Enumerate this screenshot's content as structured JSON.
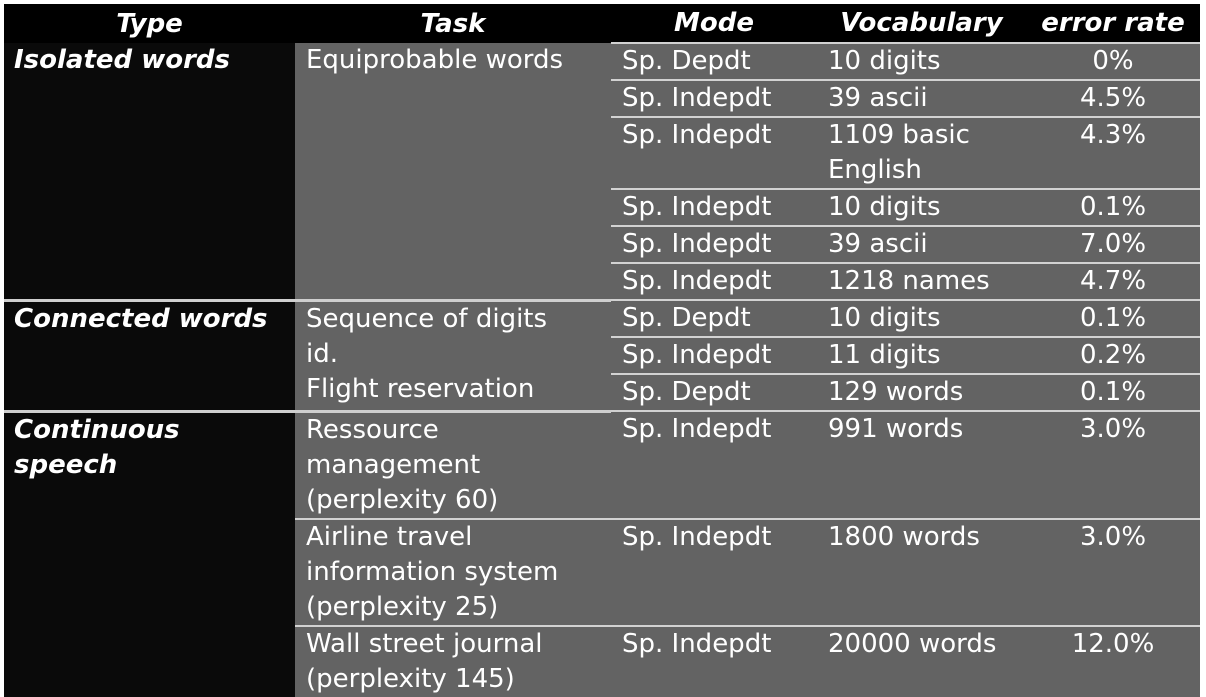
{
  "headers": {
    "type": "Type",
    "task": "Task",
    "mode": "Mode",
    "vocabulary": "Vocabulary",
    "error_rate": "error rate"
  },
  "isolated": {
    "type": "Isolated words",
    "task": "Equiprobable words",
    "rows": [
      {
        "mode": "Sp. Depdt",
        "vocab": [
          "10 digits"
        ],
        "err": "0%"
      },
      {
        "mode": "Sp. Indepdt",
        "vocab": [
          "39 ascii"
        ],
        "err": "4.5%"
      },
      {
        "mode": "Sp. Indepdt",
        "vocab": [
          "1109 basic",
          "English"
        ],
        "err": "4.3%"
      },
      {
        "mode": "Sp. Indepdt",
        "vocab": [
          "10 digits"
        ],
        "err": "0.1%"
      },
      {
        "mode": "Sp. Indepdt",
        "vocab": [
          "39 ascii"
        ],
        "err": "7.0%"
      },
      {
        "mode": "Sp. Indepdt",
        "vocab": [
          "1218 names"
        ],
        "err": "4.7%"
      }
    ]
  },
  "connected": {
    "type": "Connected words",
    "task_lines": [
      "Sequence of digits",
      "id.",
      "Flight reservation"
    ],
    "rows": [
      {
        "mode": "Sp. Depdt",
        "vocab": [
          "10 digits"
        ],
        "err": "0.1%"
      },
      {
        "mode": "Sp. Indepdt",
        "vocab": [
          "11 digits"
        ],
        "err": "0.2%"
      },
      {
        "mode": "Sp. Depdt",
        "vocab": [
          "129 words"
        ],
        "err": "0.1%"
      }
    ]
  },
  "continuous": {
    "type_lines": [
      "Continuous",
      "speech"
    ],
    "rows": [
      {
        "task": [
          "Ressource",
          "management",
          "(perplexity 60)"
        ],
        "mode": "Sp. Indepdt",
        "vocab": [
          "991 words"
        ],
        "err": "3.0%"
      },
      {
        "task": [
          "Airline travel",
          "information system",
          "(perplexity 25)"
        ],
        "mode": "Sp. Indepdt",
        "vocab": [
          "1800 words"
        ],
        "err": "3.0%"
      },
      {
        "task": [
          "Wall street journal",
          "(perplexity 145)"
        ],
        "mode": "Sp. Indepdt",
        "vocab": [
          "20000 words"
        ],
        "err": "12.0%"
      }
    ]
  }
}
